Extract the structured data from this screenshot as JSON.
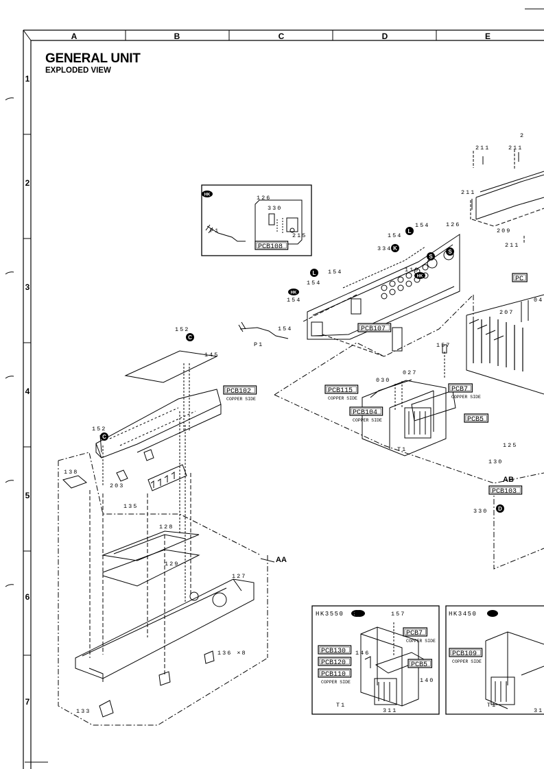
{
  "header": {
    "title": "GENERAL UNIT",
    "subtitle": "EXPLODED VIEW"
  },
  "grid": {
    "columns": [
      "A",
      "B",
      "C",
      "D",
      "E"
    ],
    "rows": [
      "1",
      "2",
      "3",
      "4",
      "5",
      "6",
      "7"
    ]
  },
  "diagram": {
    "boards": [
      {
        "id": "pcb108",
        "label": "PCB108"
      },
      {
        "id": "pcb107",
        "label": "PCB107"
      },
      {
        "id": "pcb102",
        "label": "PCB102",
        "note": "COPPER SIDE"
      },
      {
        "id": "pcb115",
        "label": "PCB115",
        "note": "COPPER SIDE"
      },
      {
        "id": "pcb104",
        "label": "PCB104",
        "note": "COPPER SIDE"
      },
      {
        "id": "pcb7a",
        "label": "PCB7",
        "note": "COPPER SIDE"
      },
      {
        "id": "pcb5a",
        "label": "PCB5"
      },
      {
        "id": "pcb1e",
        "label": "PC"
      },
      {
        "id": "pcb103",
        "label": "PCB103"
      },
      {
        "id": "pcb130",
        "label": "PCB130"
      },
      {
        "id": "pcb120",
        "label": "PCB120"
      },
      {
        "id": "pcb110",
        "label": "PCB110",
        "note": "COPPER SIDE"
      },
      {
        "id": "pcb7b",
        "label": "PCB7",
        "note": "COPPER SIDE"
      },
      {
        "id": "pcb5b",
        "label": "PCB5"
      },
      {
        "id": "pcb109",
        "label": "PCB109",
        "note": "COPPER SIDE"
      }
    ],
    "parts": [
      {
        "id": "p211a",
        "label": "211"
      },
      {
        "id": "p211b",
        "label": "211"
      },
      {
        "id": "p211c",
        "label": "211"
      },
      {
        "id": "p211d",
        "label": "211"
      },
      {
        "id": "p2",
        "label": "2"
      },
      {
        "id": "p209",
        "label": "209"
      },
      {
        "id": "p207",
        "label": "207"
      },
      {
        "id": "p126a",
        "label": "126"
      },
      {
        "id": "p330a",
        "label": "330"
      },
      {
        "id": "p215",
        "label": "215"
      },
      {
        "id": "pP1a",
        "label": "P1"
      },
      {
        "id": "p126b",
        "label": "126"
      },
      {
        "id": "p154a",
        "label": "154"
      },
      {
        "id": "p154b",
        "label": "154"
      },
      {
        "id": "p334",
        "label": "334"
      },
      {
        "id": "p119",
        "label": "119"
      },
      {
        "id": "p154c",
        "label": "154"
      },
      {
        "id": "p154d",
        "label": "154"
      },
      {
        "id": "p154e",
        "label": "154"
      },
      {
        "id": "p154f",
        "label": "154"
      },
      {
        "id": "pP1b",
        "label": "P1"
      },
      {
        "id": "p157a",
        "label": "157"
      },
      {
        "id": "p027",
        "label": "027"
      },
      {
        "id": "p030",
        "label": "030"
      },
      {
        "id": "pT1a",
        "label": "T1"
      },
      {
        "id": "p125",
        "label": "125"
      },
      {
        "id": "p130",
        "label": "130"
      },
      {
        "id": "p330b",
        "label": "330"
      },
      {
        "id": "p152a",
        "label": "152"
      },
      {
        "id": "p145",
        "label": "145"
      },
      {
        "id": "p152b",
        "label": "152"
      },
      {
        "id": "p203",
        "label": "203"
      },
      {
        "id": "p138",
        "label": "138"
      },
      {
        "id": "p135",
        "label": "135"
      },
      {
        "id": "p128",
        "label": "128"
      },
      {
        "id": "p129",
        "label": "129"
      },
      {
        "id": "p127",
        "label": "127"
      },
      {
        "id": "p136",
        "label": "136 ×8"
      },
      {
        "id": "p133",
        "label": "133"
      },
      {
        "id": "p146",
        "label": "146"
      },
      {
        "id": "p140",
        "label": "140"
      },
      {
        "id": "p157b",
        "label": "157"
      },
      {
        "id": "pT1b",
        "label": "T1"
      },
      {
        "id": "p311",
        "label": "311"
      },
      {
        "id": "pT1c",
        "label": "T1"
      },
      {
        "id": "p31",
        "label": "31"
      },
      {
        "id": "p04",
        "label": "04"
      }
    ],
    "assembly_marks": [
      {
        "id": "aa",
        "label": "AA"
      },
      {
        "id": "ab",
        "label": "AB"
      }
    ],
    "markers": [
      {
        "id": "m_c1",
        "label": "C"
      },
      {
        "id": "m_c2",
        "label": "C"
      },
      {
        "id": "m_k",
        "label": "K"
      },
      {
        "id": "m_l1",
        "label": "L"
      },
      {
        "id": "m_l2",
        "label": "L"
      },
      {
        "id": "m_d",
        "label": "D"
      },
      {
        "id": "m_s1",
        "label": "S"
      },
      {
        "id": "m_s2",
        "label": "S"
      }
    ],
    "region_badges": [
      {
        "id": "r_hk1",
        "label": "HK"
      },
      {
        "id": "r_hk2",
        "label": "HK"
      },
      {
        "id": "r_hk3",
        "label": "HK"
      },
      {
        "id": "r_hk4",
        "label": "HK"
      }
    ],
    "insets": [
      {
        "id": "inset_hk3550",
        "title": "HK3550"
      },
      {
        "id": "inset_hk3450",
        "title": "HK3450"
      }
    ]
  }
}
